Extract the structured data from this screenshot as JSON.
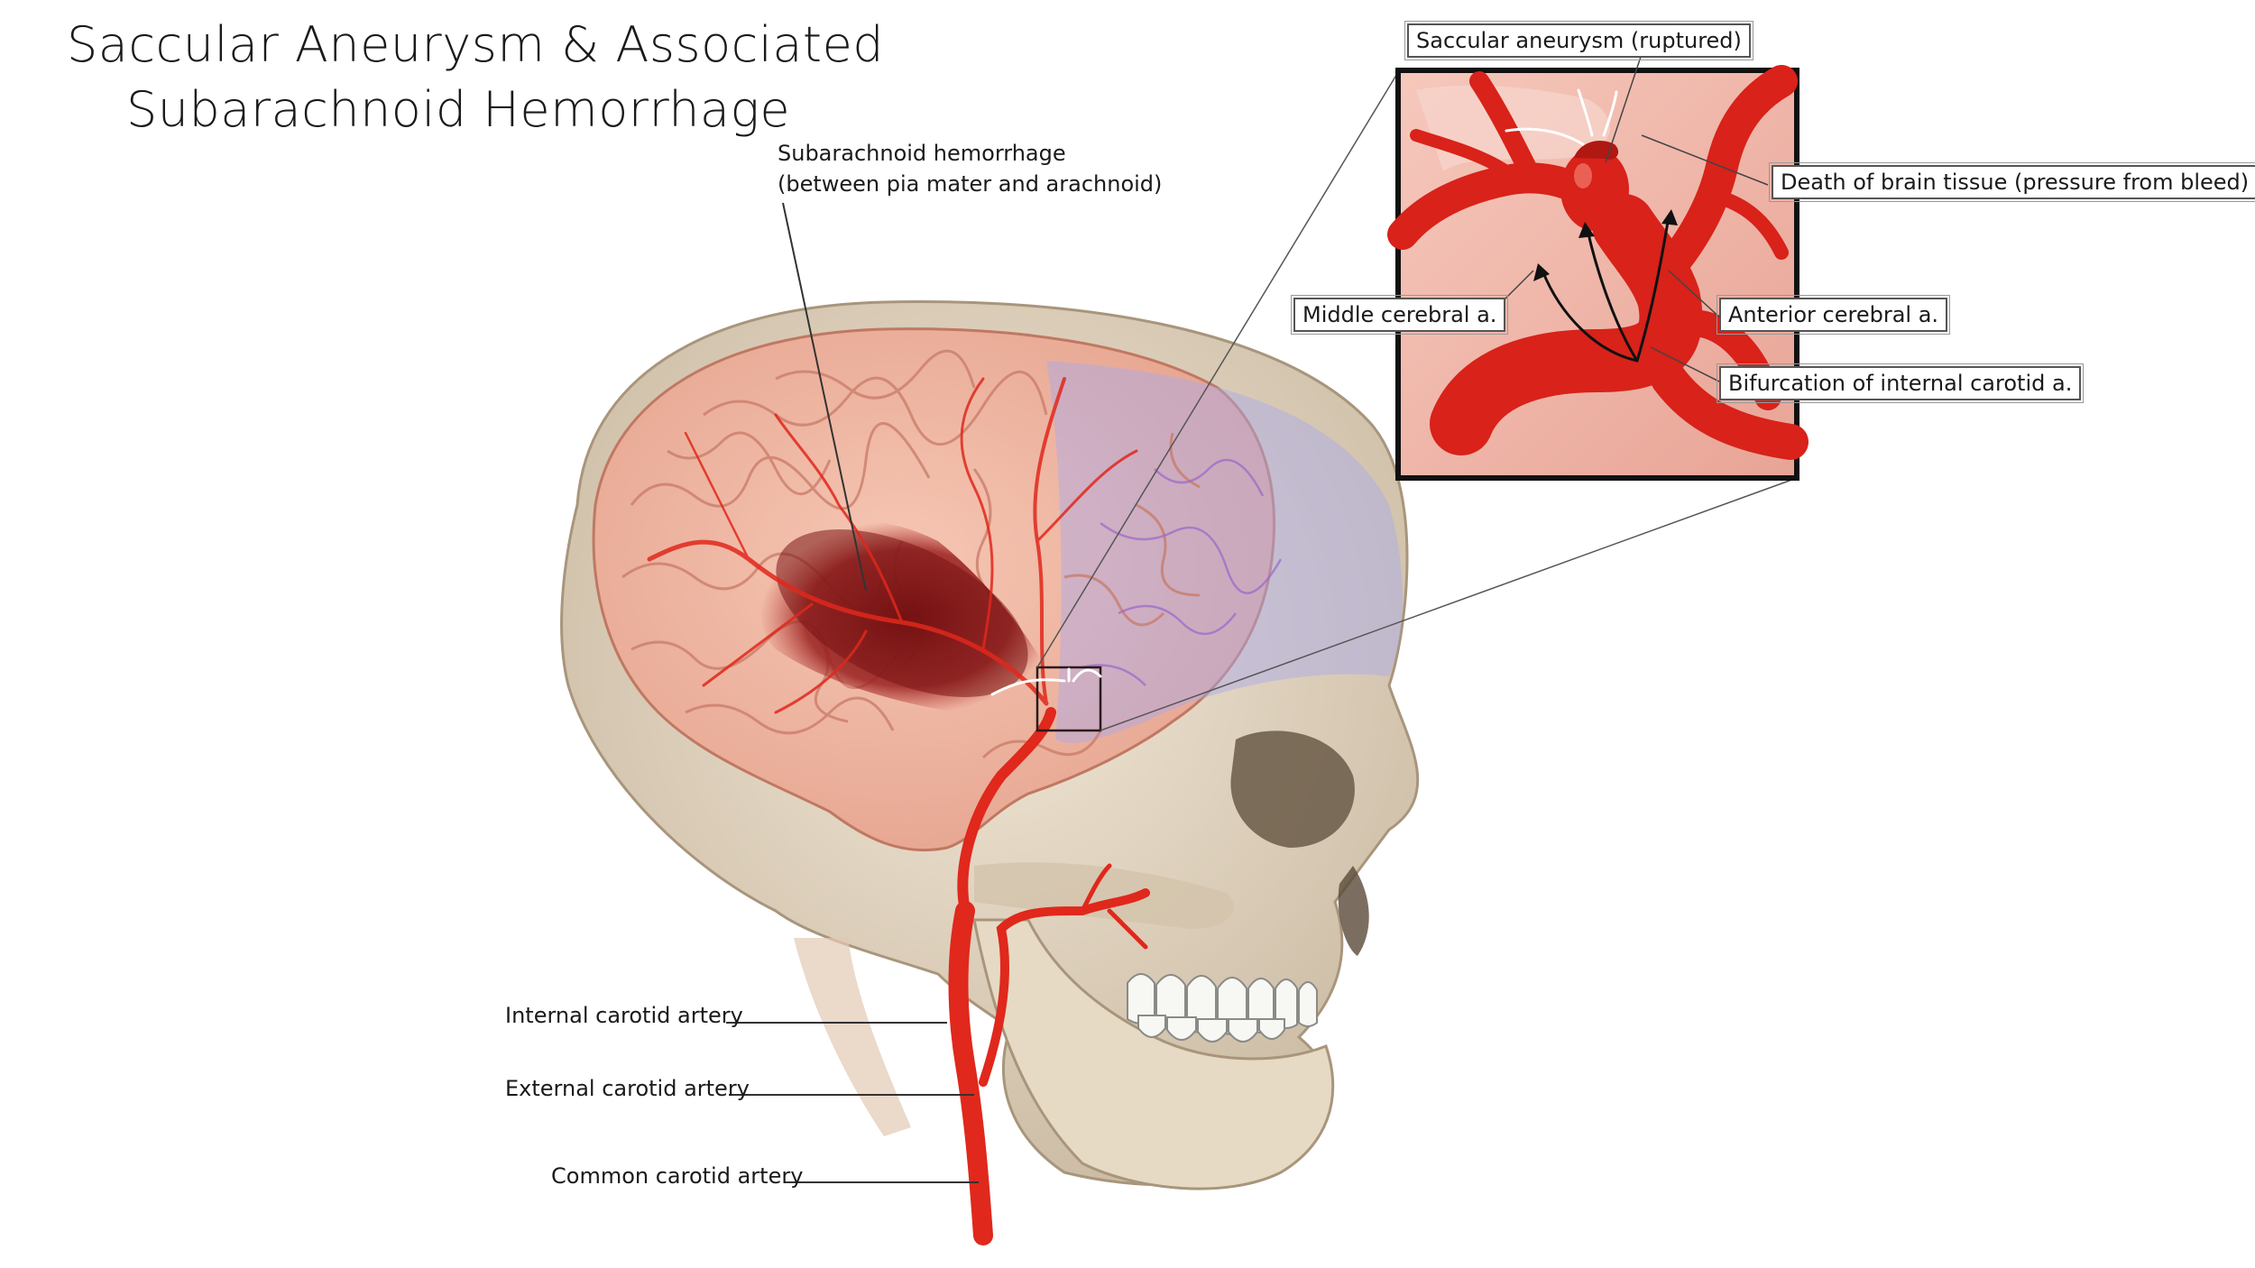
{
  "title": {
    "line1": "Saccular Aneurysm & Associated",
    "line2": "Subarachnoid Hemorrhage"
  },
  "labels": {
    "sah_line1": "Subarachnoid hemorrhage",
    "sah_line2": "(between pia mater and arachnoid)",
    "internal_carotid": "Internal carotid artery",
    "external_carotid": "External carotid artery",
    "common_carotid": "Common carotid artery"
  },
  "inset": {
    "saccular": "Saccular aneurysm (ruptured)",
    "death": "Death of brain tissue (pressure from bleed)",
    "middle": "Middle cerebral a.",
    "anterior": "Anterior cerebral a.",
    "bifurcation": "Bifurcation of internal carotid a."
  },
  "colors": {
    "artery": "#e02a1e",
    "brain": "#f0b9a6",
    "hemorrhage": "#8a1a1a",
    "skull": "#e8dcc8",
    "inset_bg": "#f2b8aa"
  }
}
